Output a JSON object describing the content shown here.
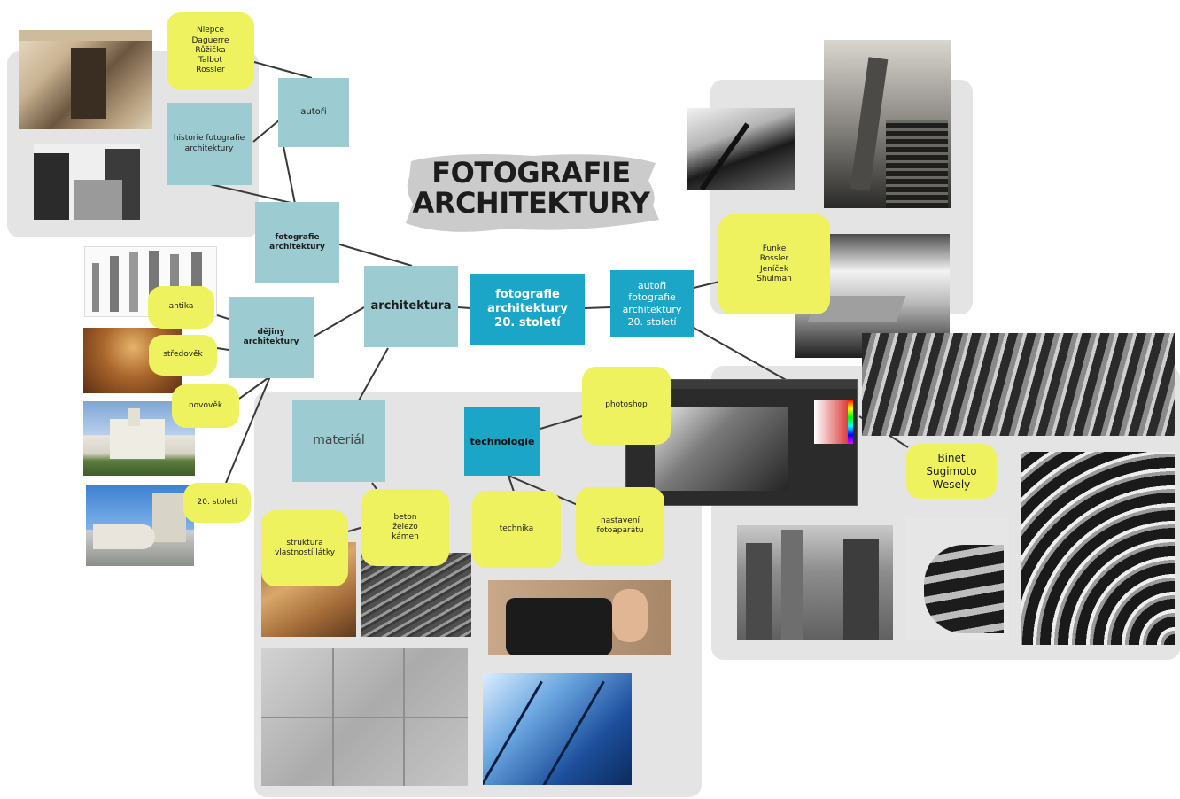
{
  "title": "FOTOGRAFIE\nARCHITEKTURY",
  "colors": {
    "teal": "#9ccbd1",
    "dark_teal": "#1ba6c8",
    "yellow": "#edf25e",
    "panel_gray": "#e4e4e4"
  },
  "nodes": {
    "central": "fotografie\narchitektury\n20. století",
    "architektura": "architektura",
    "dejiny": "dějiny\narchitektury",
    "fotografie": "fotografie\narchitektury",
    "autori": "autoři",
    "historie": "historie fotografie\narchitektury",
    "autori_foto": "autoři\nfotografie\narchitektury\n20. století",
    "material": "materiál",
    "technologie": "technologie"
  },
  "notes": {
    "pioneers": "Niepce\nDaguerre\nRůžička\nTalbot\nRossler",
    "antika": "antika",
    "stredovek": "středověk",
    "novovek": "novověk",
    "stoleti20": "20. století",
    "funke": "Funke\nRossler\nJeníček\nShulman",
    "binet": "Binet\nSugimoto\nWesely",
    "photoshop": "photoshop",
    "technika": "technika",
    "nastaveni": "nastavení fotoaparátu",
    "beton": "beton\nželezo\nkámen",
    "struktura": "struktura\nvlastností látky"
  }
}
